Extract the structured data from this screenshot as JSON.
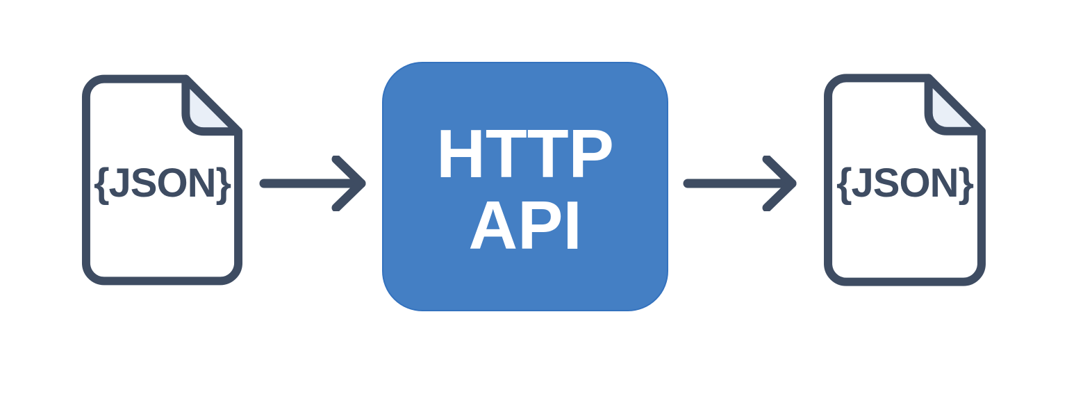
{
  "input_file": {
    "label": "{JSON}"
  },
  "api_box": {
    "line1": "HTTP",
    "line2": "API"
  },
  "output_file": {
    "label": "{JSON}"
  },
  "colors": {
    "background": "#FFFFFF",
    "outline": "#3E4C62",
    "paper_fill": "#FFFFFF",
    "fold_fill": "#E9EFF7",
    "box_fill": "#447FC4",
    "box_border": "#3472BE",
    "box_text": "#FFFFFF"
  }
}
